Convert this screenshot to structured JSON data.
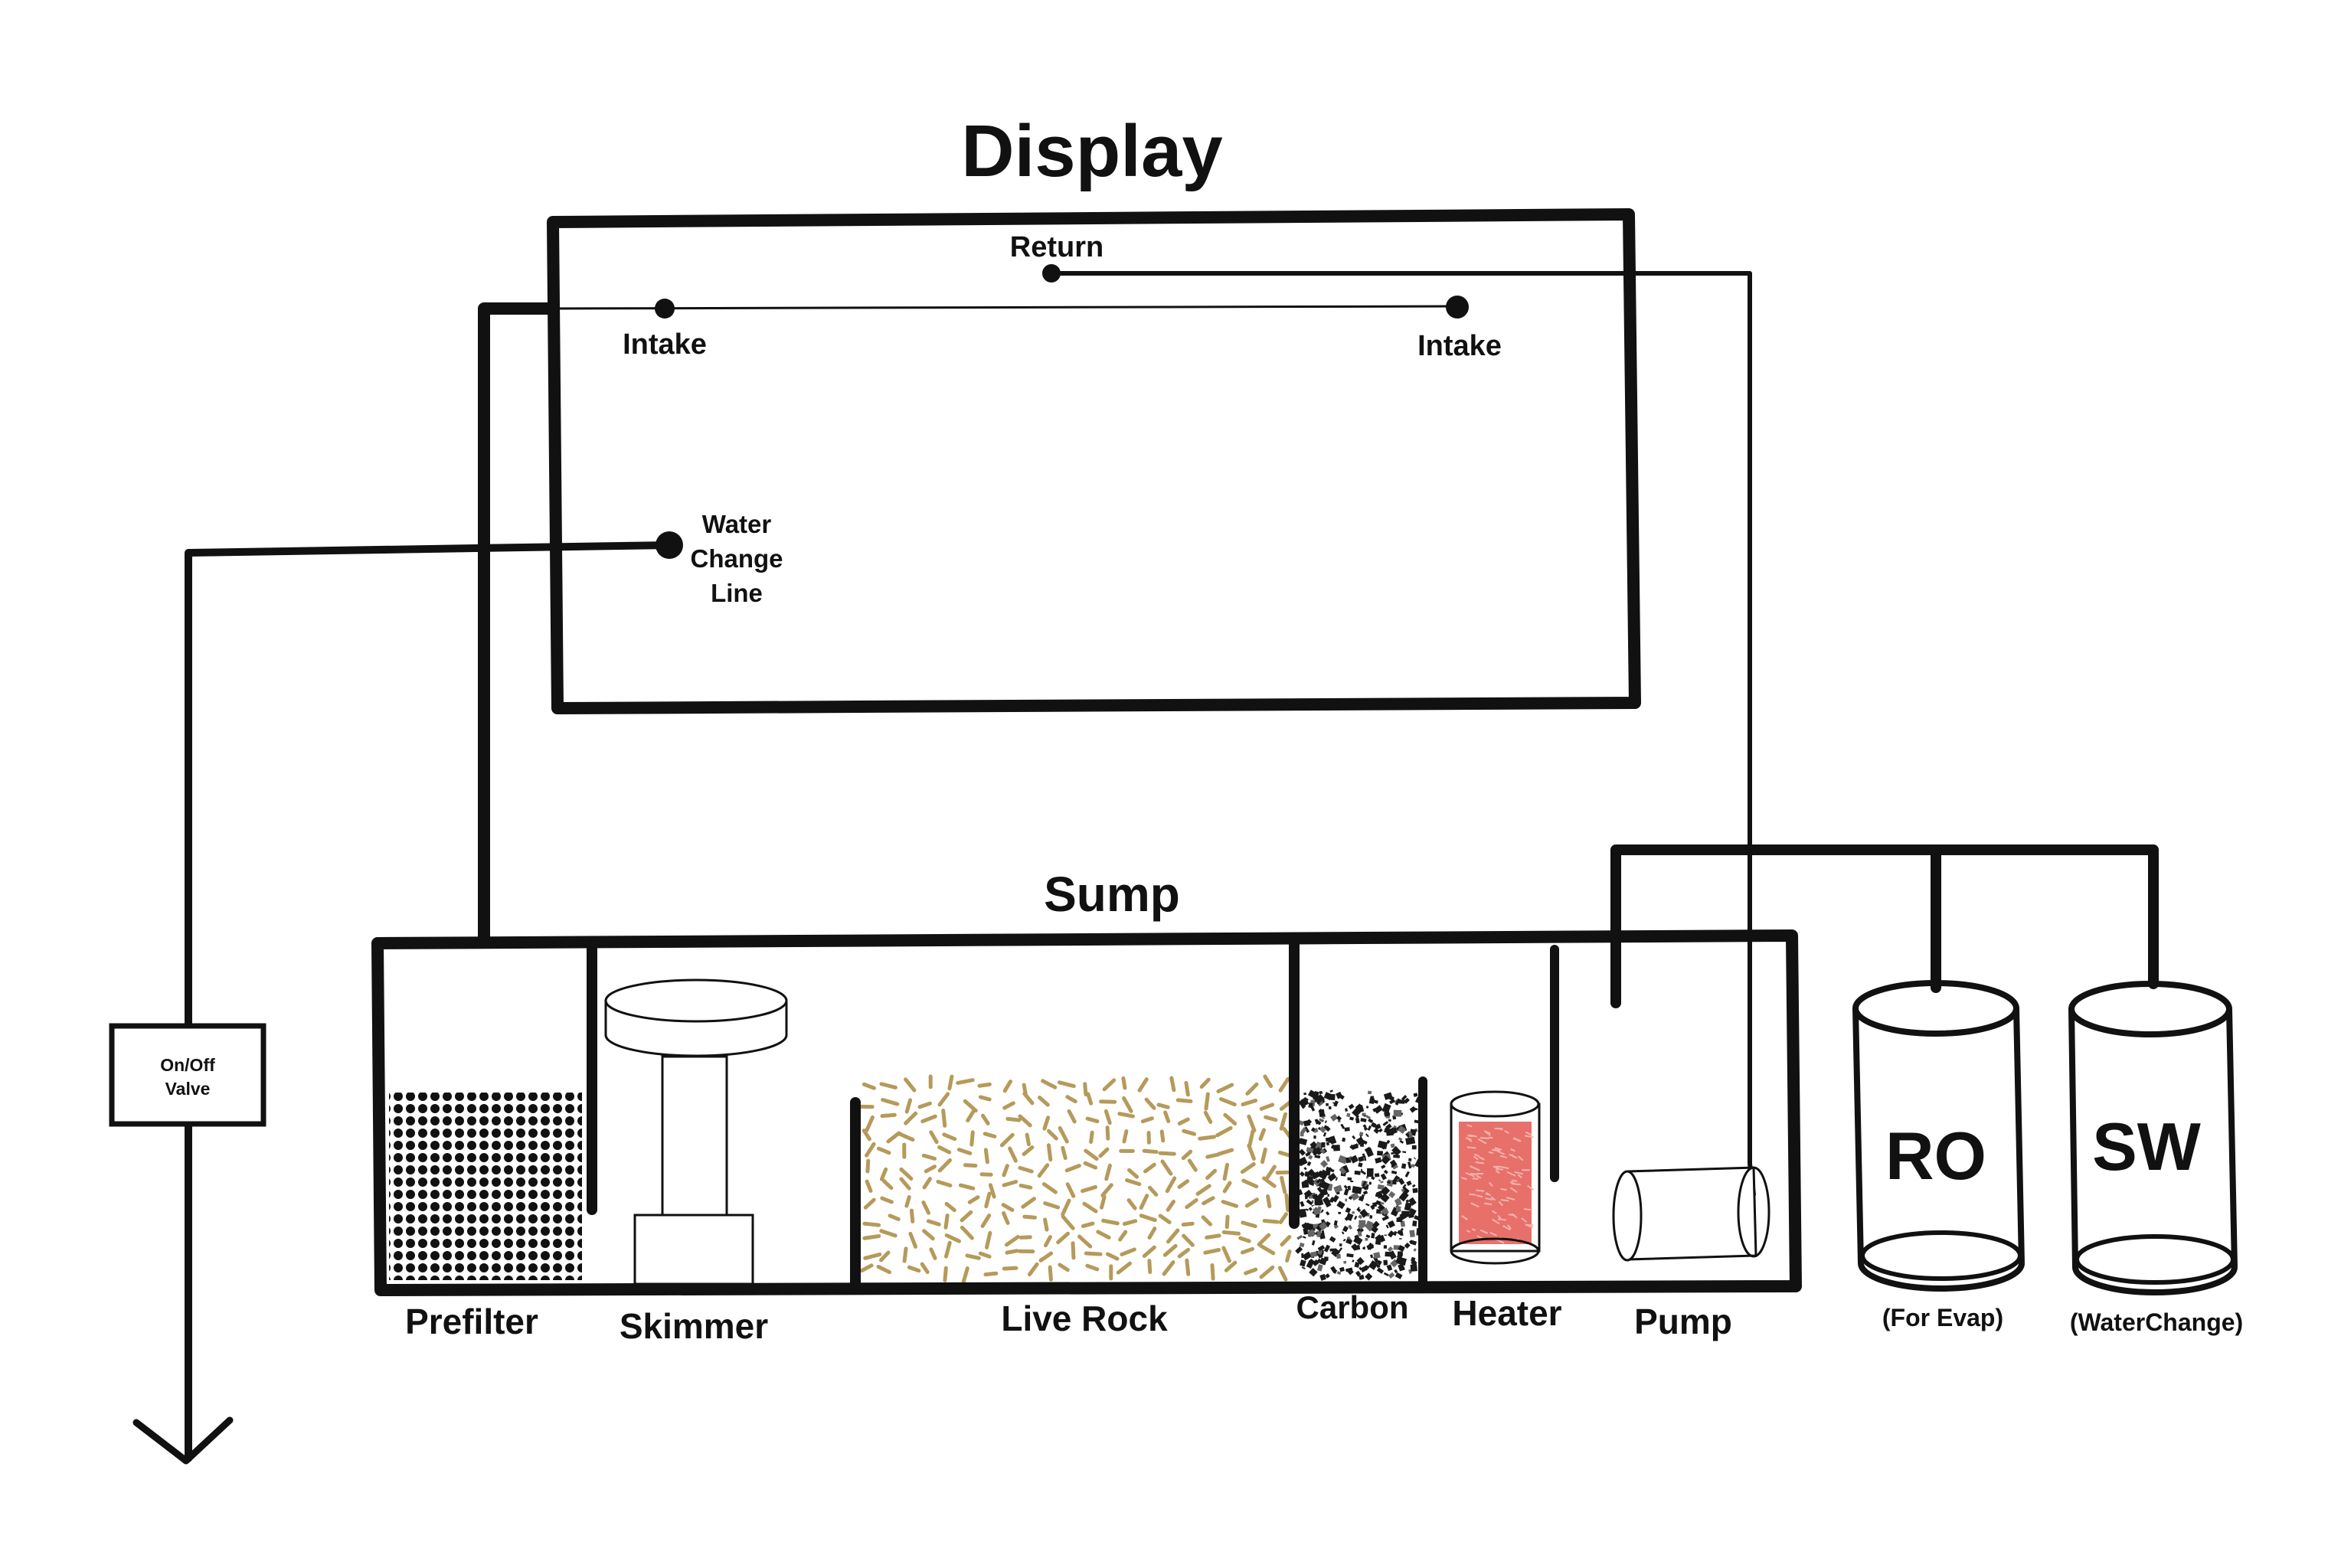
{
  "display": {
    "title": "Display",
    "return_label": "Return",
    "intake_left_label": "Intake",
    "intake_right_label": "Intake",
    "water_change_line": [
      "Water",
      "Change",
      "Line"
    ]
  },
  "sump": {
    "title": "Sump",
    "sections": {
      "prefilter": "Prefilter",
      "skimmer": "Skimmer",
      "live_rock": "Live Rock",
      "carbon": "Carbon",
      "heater": "Heater",
      "pump": "Pump"
    }
  },
  "valve": {
    "line1": "On/Off",
    "line2": "Valve"
  },
  "reservoirs": {
    "ro": {
      "label": "RO",
      "note": "(For Evap)"
    },
    "sw": {
      "label": "SW",
      "note": "(WaterChange)"
    }
  },
  "colors": {
    "ink": "#111111",
    "live_rock": "#b59a5a",
    "carbon": "#1a1a1a",
    "heater": "#e8706a",
    "background": "#ffffff"
  },
  "icons": {
    "drain": "down-arrow-icon",
    "skimmer": "protein-skimmer-icon",
    "pump": "cylinder-pump-icon",
    "heater": "heater-tube-icon"
  }
}
